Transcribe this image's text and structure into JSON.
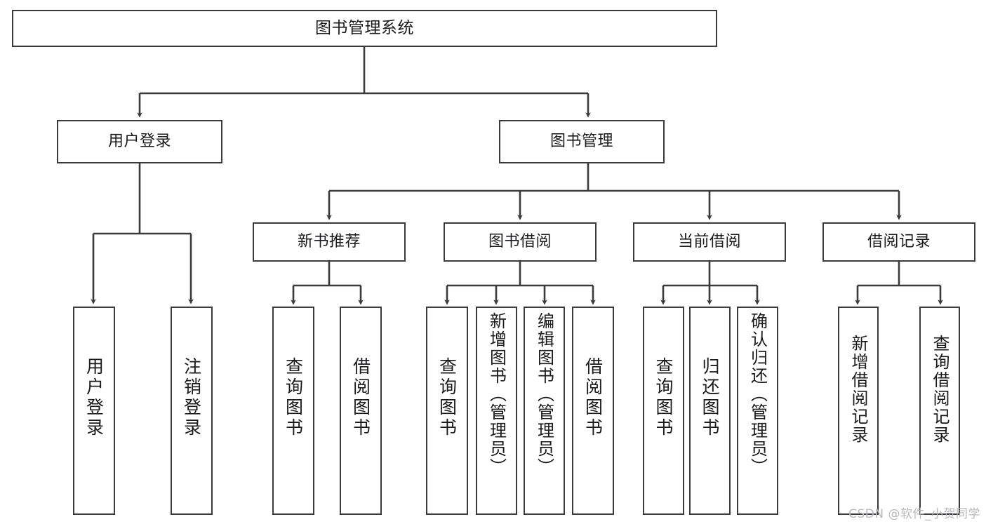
{
  "diagram": {
    "title": "图书管理系统",
    "type": "tree-hierarchy",
    "background_color": "#ffffff",
    "border_color": "#3a3a3c",
    "text_color": "#1b1b1d",
    "watermark": "CSDN @软件_小贺同学"
  },
  "root": {
    "label": "图书管理系统"
  },
  "level2": [
    {
      "label": "用户登录"
    },
    {
      "label": "图书管理"
    }
  ],
  "level3": [
    {
      "label": "新书推荐"
    },
    {
      "label": "图书借阅"
    },
    {
      "label": "当前借阅"
    },
    {
      "label": "借阅记录"
    }
  ],
  "leaves": {
    "user_login": [
      {
        "label": "用户登录"
      },
      {
        "label": "注销登录"
      }
    ],
    "new_book_recommend": [
      {
        "label": "查询图书"
      },
      {
        "label": "借阅图书"
      }
    ],
    "book_borrow": [
      {
        "label": "查询图书"
      },
      {
        "label": "新增图书（管理员）"
      },
      {
        "label": "编辑图书（管理员）"
      },
      {
        "label": "借阅图书"
      }
    ],
    "current_borrow": [
      {
        "label": "查询图书"
      },
      {
        "label": "归还图书"
      },
      {
        "label": "确认归还（管理员）"
      }
    ],
    "borrow_record": [
      {
        "label": "新增借阅记录"
      },
      {
        "label": "查询借阅记录"
      }
    ]
  }
}
